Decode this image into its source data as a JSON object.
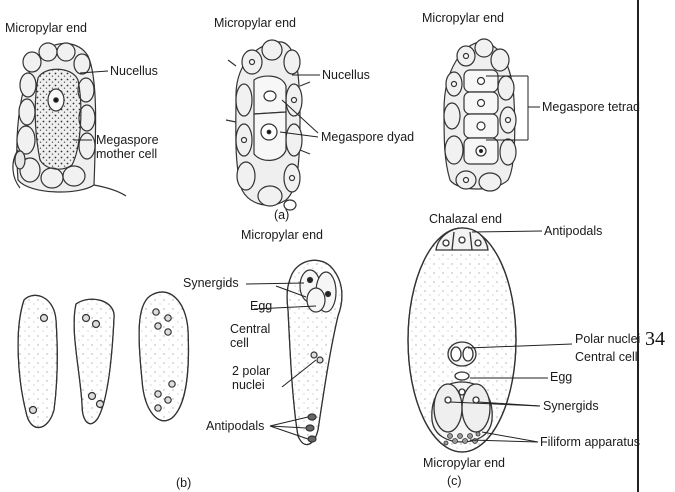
{
  "panel_a": {
    "stage1": {
      "title": "Micropylar end",
      "nucellus": "Nucellus",
      "megaspore_mother_cell": "Megaspore\nmother cell"
    },
    "stage2": {
      "title": "Micropylar end",
      "nucellus": "Nucellus",
      "megaspore_dyad": "Megaspore dyad"
    },
    "stage3": {
      "title": "Micropylar end",
      "megaspore_tetrad": "Megaspore tetrad"
    },
    "caption": "(a)"
  },
  "panel_b": {
    "title": "Micropylar end",
    "synergids": "Synergids",
    "egg": "Egg",
    "central_cell": "Central\ncell",
    "polar_nuclei": "2 polar\nnuclei",
    "antipodals": "Antipodals",
    "caption": "(b)"
  },
  "panel_c": {
    "chalazal_end": "Chalazal end",
    "antipodals": "Antipodals",
    "polar_nuclei": "Polar nuclei",
    "central_cell": "Central cell",
    "egg": "Egg",
    "synergids": "Synergids",
    "filiform_apparatus": "Filiform apparatus",
    "micropylar_end": "Micropylar end",
    "caption": "(c)"
  },
  "page_number": "34"
}
